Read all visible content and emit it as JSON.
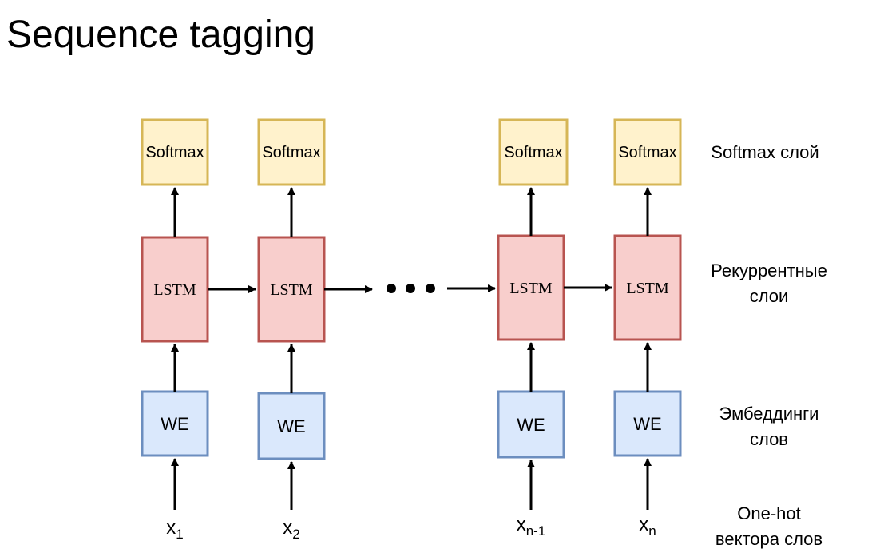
{
  "title": "Sequence tagging",
  "columns": [
    {
      "softmax": "Softmax",
      "lstm": "LSTM",
      "we": "WE",
      "x": "x",
      "x_sub": "1"
    },
    {
      "softmax": "Softmax",
      "lstm": "LSTM",
      "we": "WE",
      "x": "x",
      "x_sub": "2"
    },
    {
      "softmax": "Softmax",
      "lstm": "LSTM",
      "we": "WE",
      "x": "x",
      "x_sub": "n-1"
    },
    {
      "softmax": "Softmax",
      "lstm": "LSTM",
      "we": "WE",
      "x": "x",
      "x_sub": "n"
    }
  ],
  "labels": {
    "softmax_layer": "Softmax слой",
    "recurrent_line1": "Рекуррентные",
    "recurrent_line2": "слои",
    "embedding_line1": "Эмбеддинги",
    "embedding_line2": "слов",
    "onehot_line1": "One-hot",
    "onehot_line2": "вектора слов"
  },
  "colors": {
    "softmax_fill": "#fff2cc",
    "softmax_stroke": "#d6b656",
    "lstm_fill": "#f8cecc",
    "lstm_stroke": "#b85450",
    "we_fill": "#dae8fc",
    "we_stroke": "#6c8ebf"
  }
}
